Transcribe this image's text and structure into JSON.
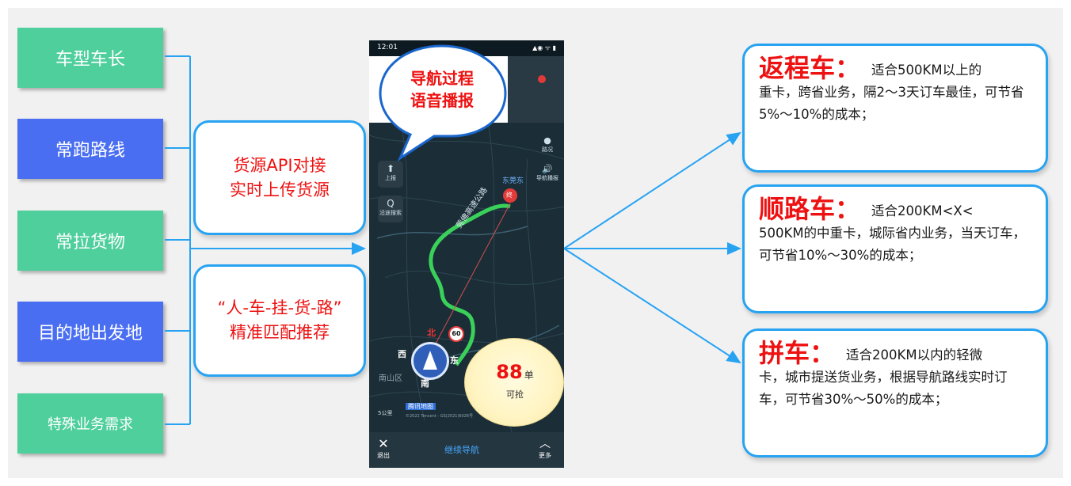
{
  "left_boxes": [
    {
      "label": "车型车长",
      "color": "#4ecf9c"
    },
    {
      "label": "常跑路线",
      "color": "#4a6ef2"
    },
    {
      "label": "常拉货物",
      "color": "#4ecf9c"
    },
    {
      "label": "目的地出发地",
      "color": "#4a6ef2"
    },
    {
      "label": "特殊业务需求",
      "color": "#4ecf9c"
    }
  ],
  "middle_boxes": {
    "source_api": [
      "货源API对接",
      "实时上传货源"
    ],
    "match": [
      "“人-车-挂-货-路”",
      "精准匹配推荐"
    ]
  },
  "bubble": {
    "line1": "导航过程",
    "line2": "语音播报"
  },
  "phone": {
    "time": "12:01",
    "status_icons": "▲◉ ᯤ ▮",
    "side_buttons": {
      "report": {
        "icon": "⬆",
        "label": "上报"
      },
      "search": {
        "icon": "Q",
        "label": "沿途搜索"
      }
    },
    "right_buttons": {
      "traffic": "路况",
      "voice": "导航播报"
    },
    "map_labels": {
      "dongguan": "东莞东",
      "end": "终",
      "road": "莞佛高速公路",
      "north": "北",
      "west": "西",
      "south": "南",
      "east": "东",
      "district": "南山区"
    },
    "speed_limit": "60",
    "scale": "5公里",
    "tencent_logo": "腾讯地图",
    "copyright": "©2022 Tencent - GS(2021)6026号",
    "exit": "退出",
    "continue": "继续导航",
    "more": "更多"
  },
  "orders": {
    "count": "88",
    "unit": "单",
    "label": "可抢"
  },
  "right_boxes": [
    {
      "title": "返程车：",
      "text1": "适合500KM以上的",
      "text2": "重卡，跨省业务，隔2～3天订车最佳，可节省5%～10%的成本；"
    },
    {
      "title": "顺路车：",
      "text1": "适合200KM<X<",
      "text2": "500KM的中重卡，城际省内业务，当天订车，可节省10%～30%的成本；"
    },
    {
      "title": "拼车：",
      "text1": "适合200KM以内的轻微",
      "text2": "卡，城市提送货业务，根据导航路线实时订车，可节省30%～50%的成本；"
    }
  ],
  "colors": {
    "accent_blue": "#27a3f2",
    "red": "#ee1111",
    "green": "#4ecf9c",
    "blue": "#4a6ef2",
    "route": "#3ad15a"
  }
}
